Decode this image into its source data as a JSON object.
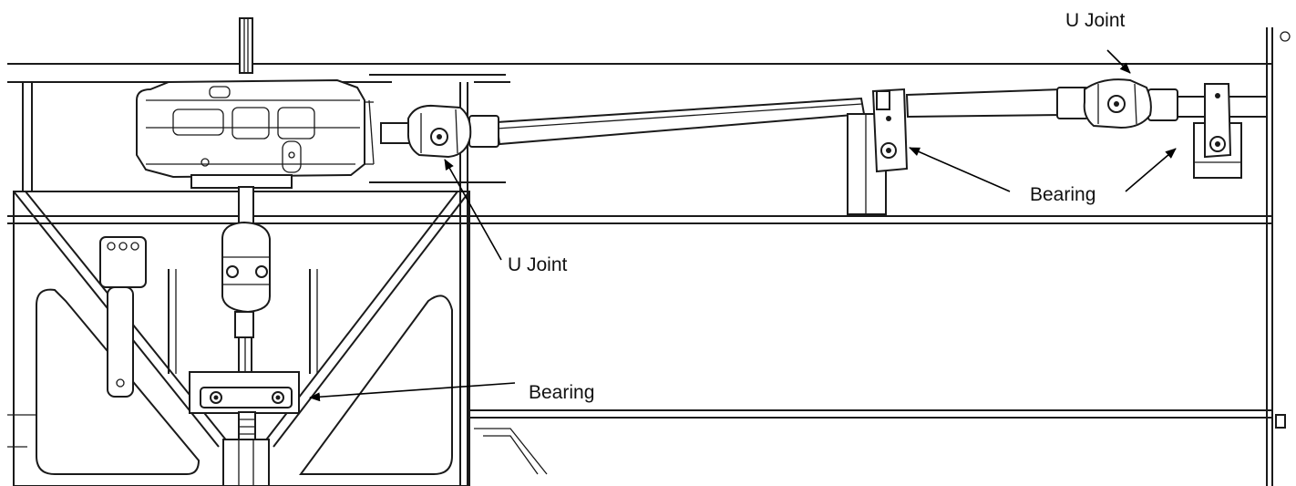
{
  "callouts": {
    "u_joint_top": "U Joint",
    "u_joint_bottom": "U Joint",
    "bearing_right": "Bearing",
    "bearing_lower": "Bearing"
  }
}
